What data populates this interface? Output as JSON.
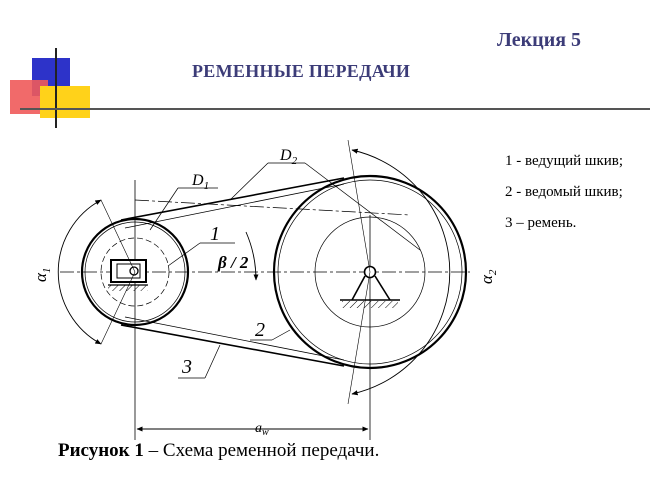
{
  "header": {
    "lecture": "Лекция 5",
    "title": "РЕМЕННЫЕ ПЕРЕДАЧИ"
  },
  "legend": [
    "1 - ведущий шкив;",
    "2 - ведомый шкив;",
    "3 – ремень."
  ],
  "diagram": {
    "label_d1": "D",
    "label_d1_sub": "1",
    "label_d2": "D",
    "label_d2_sub": "2",
    "label_1": "1",
    "label_2": "2",
    "label_3": "3",
    "label_beta": "β / 2",
    "label_alpha1": "α",
    "label_alpha1_sub": "1",
    "label_alpha2": "α",
    "label_alpha2_sub": "2",
    "label_aw": "a",
    "label_aw_sub": "w"
  },
  "caption": {
    "bold": "Рисунок 1",
    "text": " – Схема ременной передачи."
  }
}
